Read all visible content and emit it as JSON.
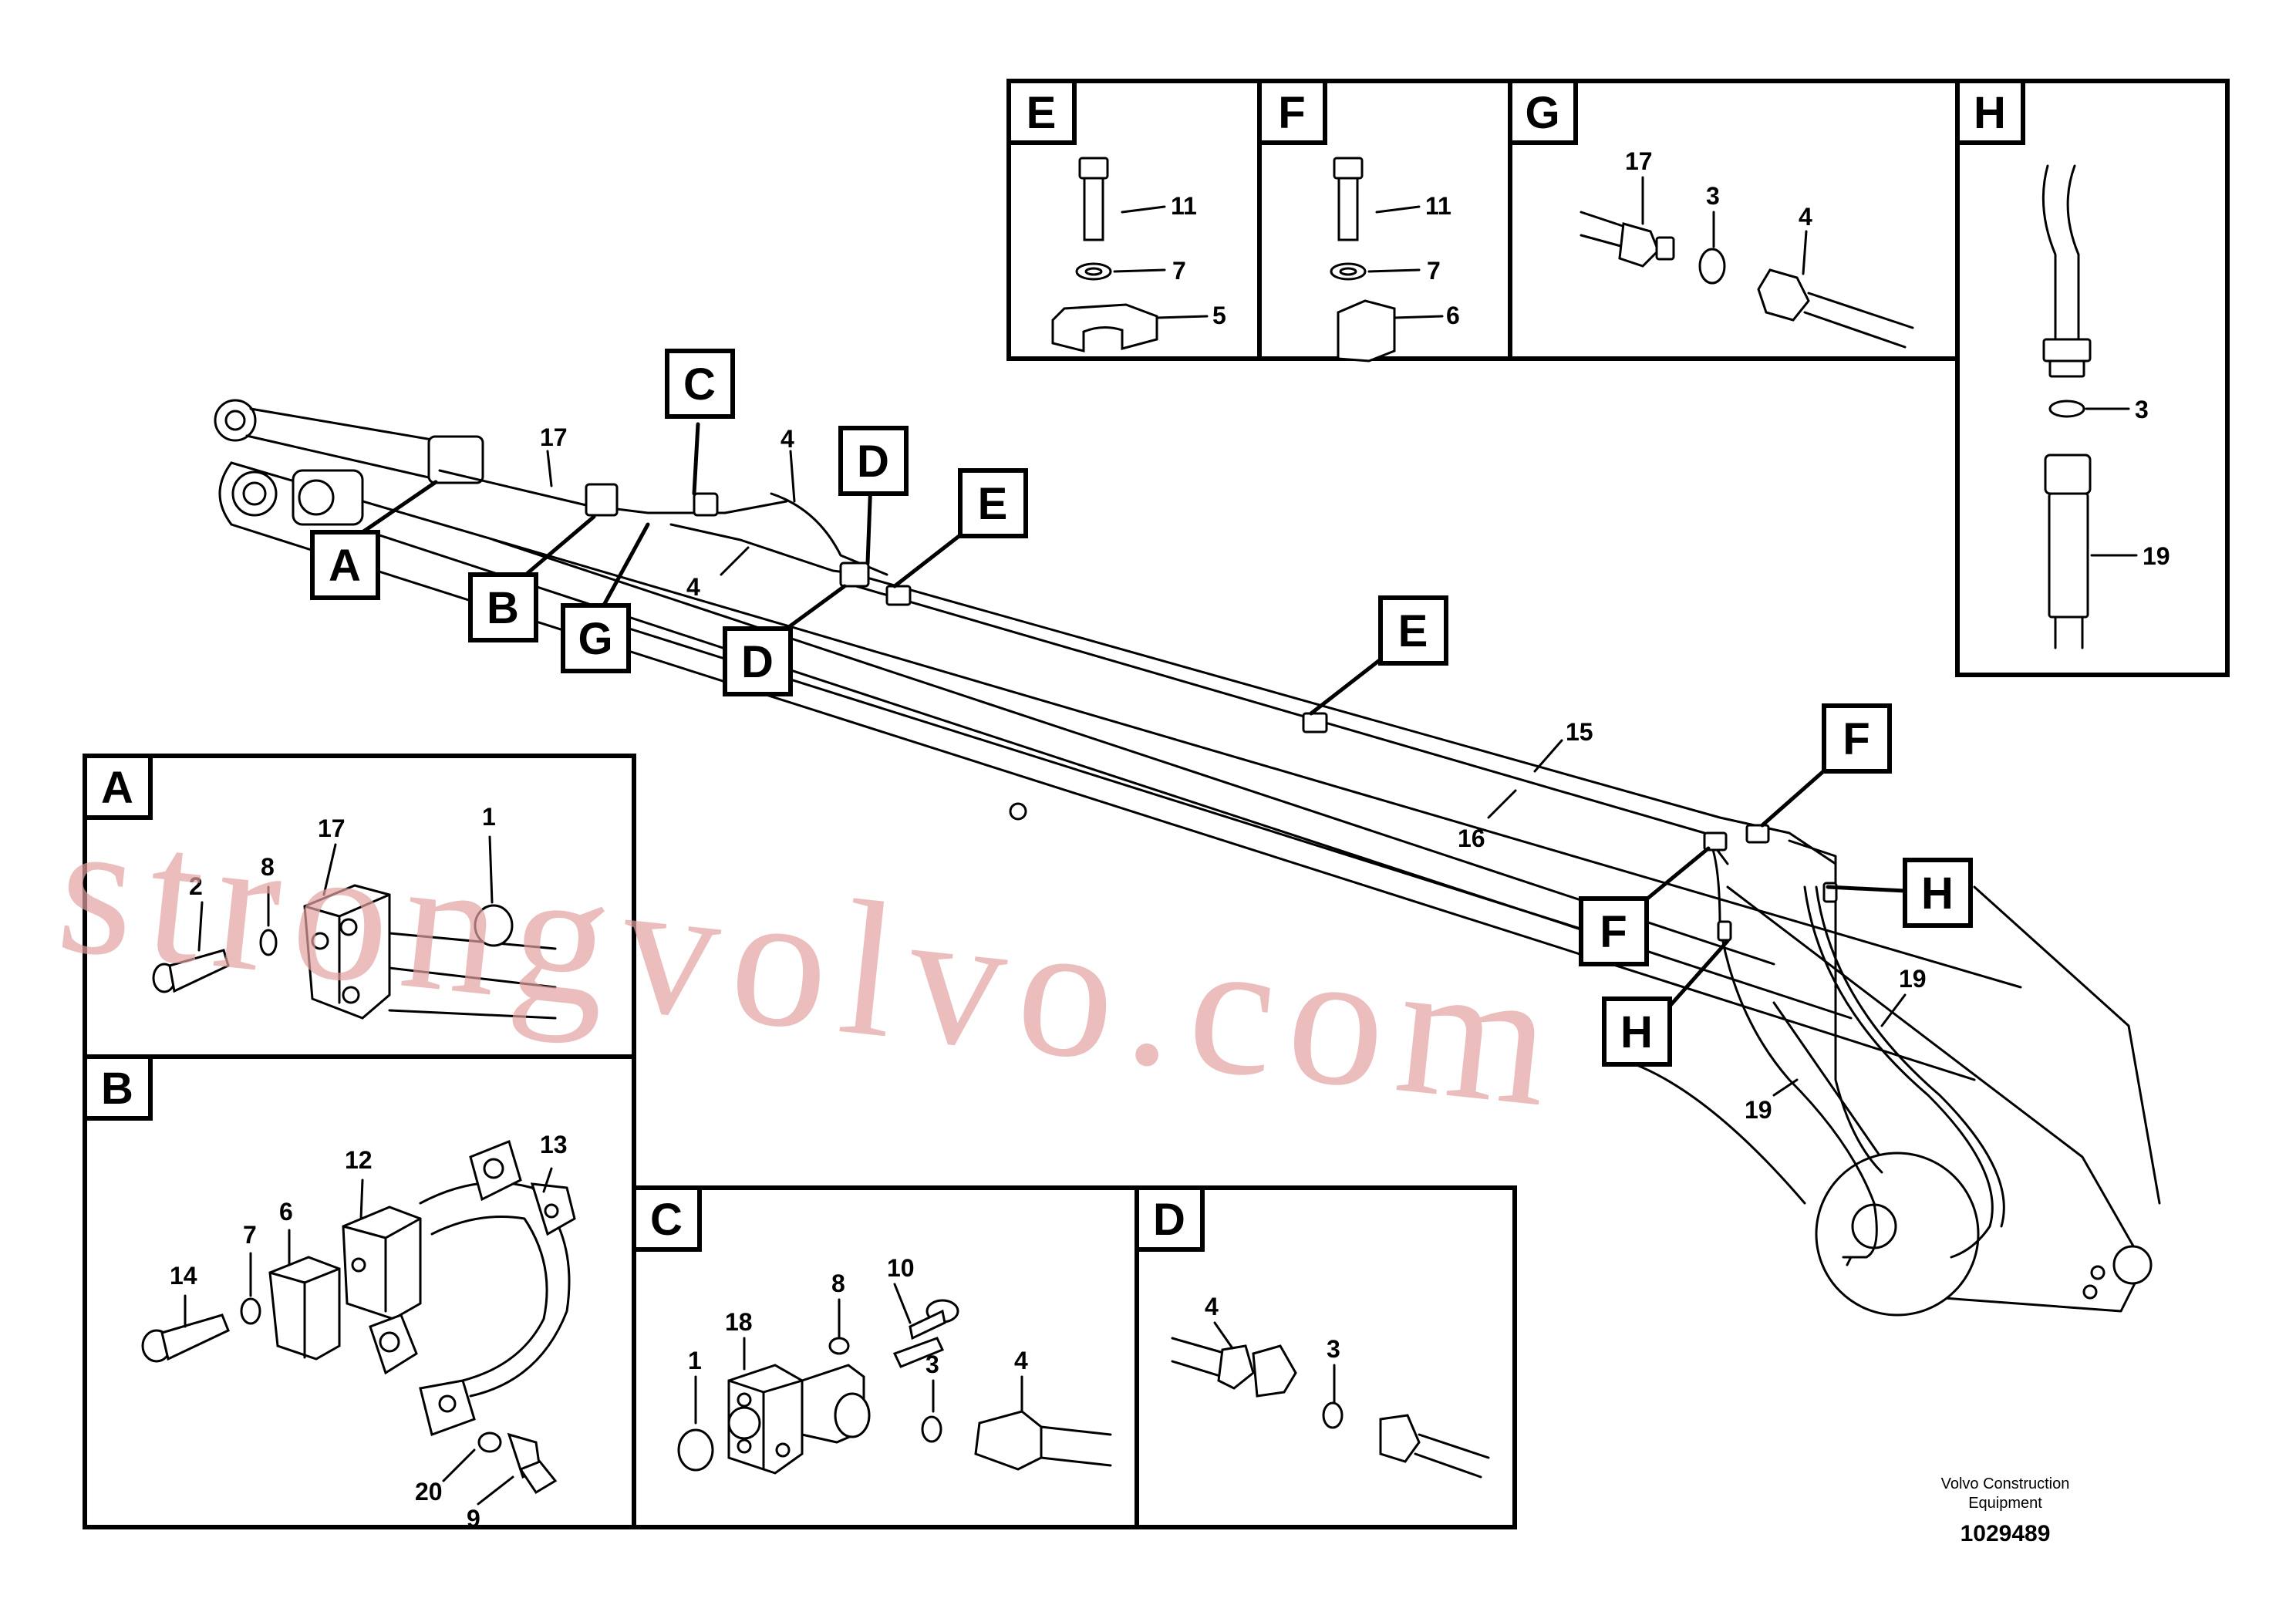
{
  "panels": {
    "A": "A",
    "B": "B",
    "C": "C",
    "D": "D",
    "E": "E",
    "F": "F",
    "G": "G",
    "H": "H"
  },
  "callouts": {
    "A": "A",
    "B": "B",
    "C": "C",
    "G": "G",
    "D1": "D",
    "D2": "D",
    "E1": "E",
    "E2": "E",
    "F1": "F",
    "F2": "F",
    "H1": "H",
    "H2": "H"
  },
  "part_numbers": {
    "main": {
      "n17": "17",
      "n4a": "4",
      "n4b": "4",
      "n15": "15",
      "n16": "16",
      "n19a": "19",
      "n19b": "19"
    },
    "A": {
      "n1": "1",
      "n2": "2",
      "n8": "8",
      "n17": "17"
    },
    "B": {
      "n6": "6",
      "n7": "7",
      "n9": "9",
      "n12": "12",
      "n13": "13",
      "n14": "14",
      "n20": "20"
    },
    "C": {
      "n1": "1",
      "n3": "3",
      "n4": "4",
      "n8": "8",
      "n10": "10",
      "n18": "18"
    },
    "D": {
      "n3": "3",
      "n4": "4"
    },
    "E": {
      "n5": "5",
      "n7": "7",
      "n11": "11"
    },
    "F": {
      "n6": "6",
      "n7": "7",
      "n11": "11"
    },
    "G": {
      "n3": "3",
      "n4": "4",
      "n17": "17"
    },
    "H": {
      "n3": "3",
      "n19": "19"
    }
  },
  "watermark": "strongvolvo.com",
  "credit": {
    "line1": "Volvo Construction",
    "line2": "Equipment"
  },
  "doc_number": "1029489",
  "colors": {
    "ink": "#000000",
    "watermark": "#e3a2a2",
    "background": "#ffffff"
  }
}
